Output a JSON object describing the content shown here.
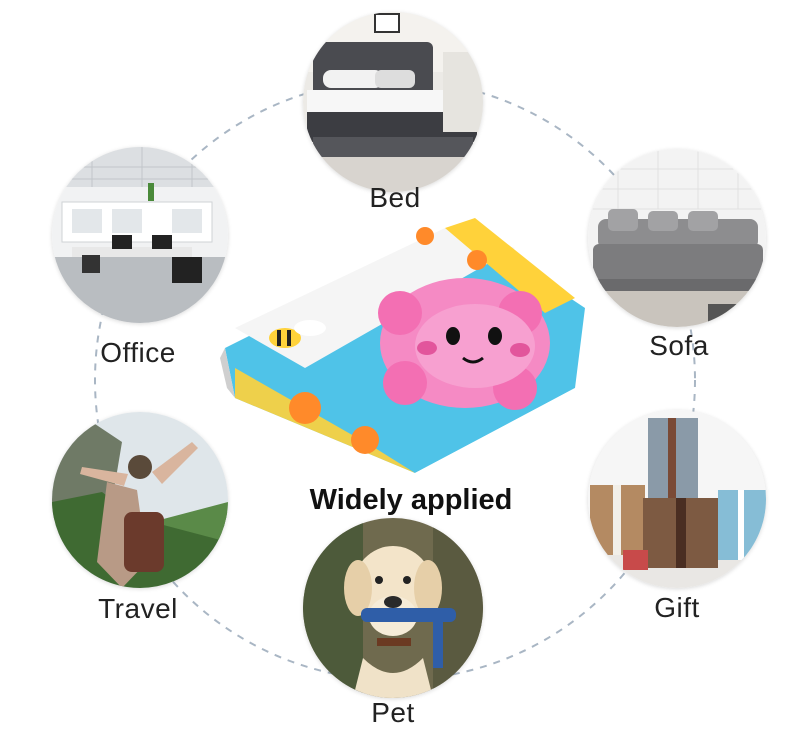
{
  "center": {
    "title": "Widely applied"
  },
  "scenes": [
    {
      "id": "bed",
      "label": "Bed"
    },
    {
      "id": "office",
      "label": "Office"
    },
    {
      "id": "sofa",
      "label": "Sofa"
    },
    {
      "id": "travel",
      "label": "Travel"
    },
    {
      "id": "gift",
      "label": "Gift"
    },
    {
      "id": "pet",
      "label": "Pet"
    }
  ],
  "colors": {
    "ring": "#a9b6c4",
    "blanket_pink": "#f58ac4",
    "blanket_yellow": "#ffd23a",
    "blanket_blue": "#4fc3e8"
  }
}
